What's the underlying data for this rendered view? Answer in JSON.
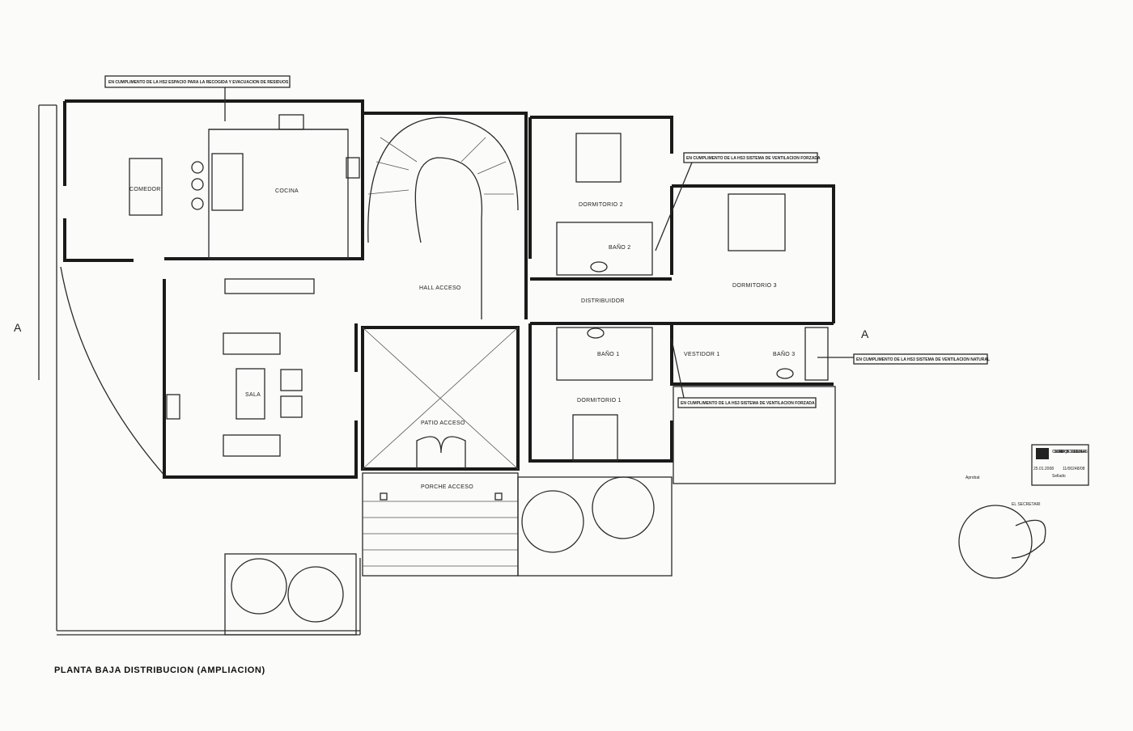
{
  "drawing_title": "PLANTA BAJA DISTRIBUCION (AMPLIACION)",
  "rooms": {
    "comedor": "COMEDOR",
    "cocina": "COCINA",
    "hall": "HALL ACCESO",
    "dormitorio2": "DORMITORIO 2",
    "bano2": "BAÑO 2",
    "distribuidor": "DISTRIBUIDOR",
    "dormitorio3": "DORMITORIO 3",
    "bano1": "BAÑO 1",
    "vestidor": "VESTIDOR 1",
    "bano3": "BAÑO 3",
    "sala": "SALA",
    "patio": "PATIO ACCESO",
    "dormitorio1": "DORMITORIO 1",
    "porche": "PORCHE ACCESO"
  },
  "notes": {
    "residuos": "EN CUMPLIMENTO DE LA HS2 ESPACIO PARA LA RECOGIDA Y EVACUACION DE RESIDUOS",
    "forzada_top": "EN CUMPLIMENTO DE LA HS3 SISTEMA DE VENTILACION FORZADA",
    "natural": "EN CUMPLIMENTO DE LA HS3 SISTEMA DE VENTILACION NATURAL",
    "forzada_bottom": "EN CUMPLIMENTO DE LA HS3 SISTEMA DE VENTILACION FORZADA"
  },
  "section_marks": {
    "left": "A",
    "right": "A"
  },
  "stamp": {
    "org": "COL·LEGI OFICIAL D'ARQUITECTES DE LES ILLES BALEARS",
    "date": "25.01.2008",
    "number": "11/00248/08",
    "label": "Sellado",
    "approved": "Aprobat",
    "signature_note": "EL SECRETARI"
  }
}
